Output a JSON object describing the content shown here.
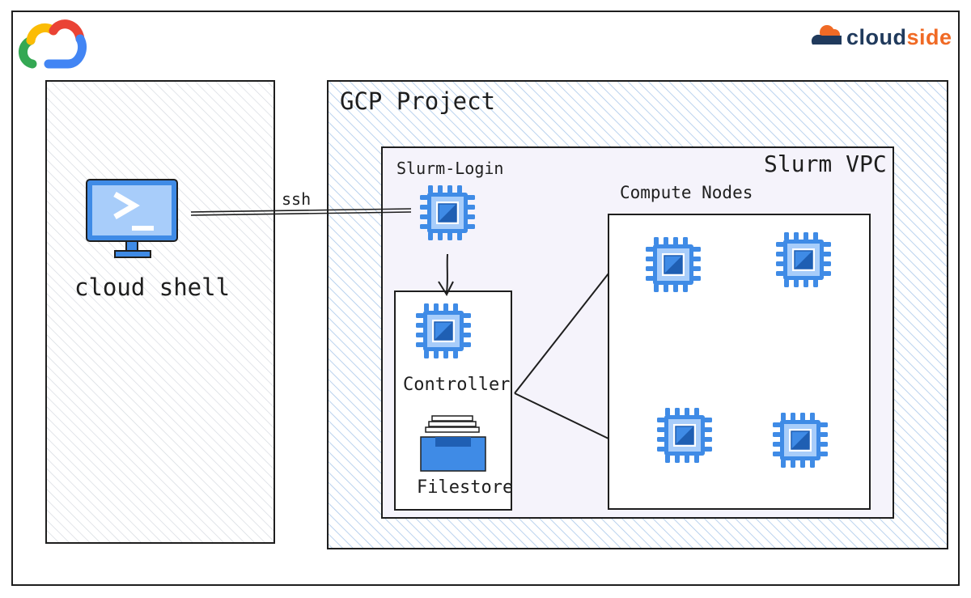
{
  "labels": {
    "gcp_project": "GCP Project",
    "slurm_vpc": "Slurm VPC",
    "slurm_login": "Slurm-Login",
    "compute_nodes": "Compute Nodes",
    "controller": "Controller",
    "filestore": "Filestore",
    "cloud_shell": "cloud shell",
    "ssh": "ssh"
  },
  "brand": {
    "part1": "cloud",
    "part2": "side"
  },
  "icons": {
    "top_left": "google-cloud-logo-icon",
    "top_right": "cloudside-logo-icon",
    "terminal": "cloud-shell-terminal-icon",
    "chip": "compute-engine-chip-icon",
    "filestore": "filestore-icon"
  },
  "colors": {
    "chip_blue": "#3f8be6",
    "chip_light": "#a8cdfa",
    "hatch": "#a9c7ea",
    "vpc_fill": "#f5f3fb",
    "stroke": "#1e1e1e",
    "brand_dark": "#203a5c",
    "brand_orange": "#f06a25"
  }
}
